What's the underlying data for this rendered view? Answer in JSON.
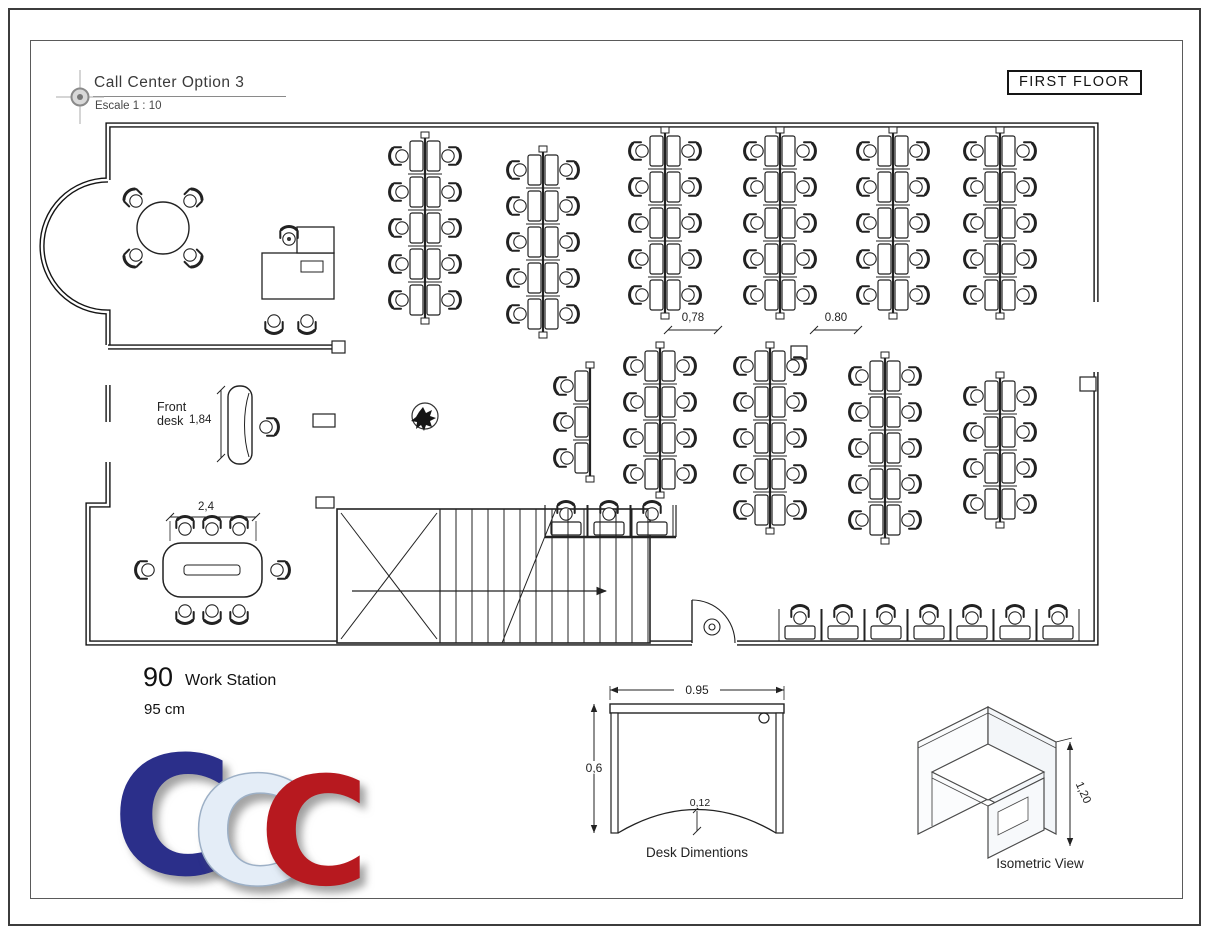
{
  "title_block": {
    "title": "Call Center Option 3",
    "scale": "Escale 1 : 10"
  },
  "floor_label": "FIRST FLOOR",
  "plan_annotations": {
    "front_desk_label_line1": "Front",
    "front_desk_label_line2": "desk",
    "front_desk_depth": "1,84",
    "conference_table_length": "2,4",
    "aisle_width_1": "0,78",
    "aisle_width_2": "0.80"
  },
  "summary": {
    "workstation_count": "90",
    "workstation_label": "Work Station",
    "desk_size": "95 cm"
  },
  "logo": {
    "letters": [
      "C",
      "C",
      "C"
    ],
    "colors": {
      "c1": "#2b2f8a",
      "c2": "#e4edf7",
      "c3": "#b7191f"
    }
  },
  "desk_diagram": {
    "caption": "Desk Dimentions",
    "width": "0.95",
    "depth": "0,6",
    "cutout_height": "0,12"
  },
  "isometric_diagram": {
    "caption": "Isometric View",
    "height": "1,20"
  }
}
